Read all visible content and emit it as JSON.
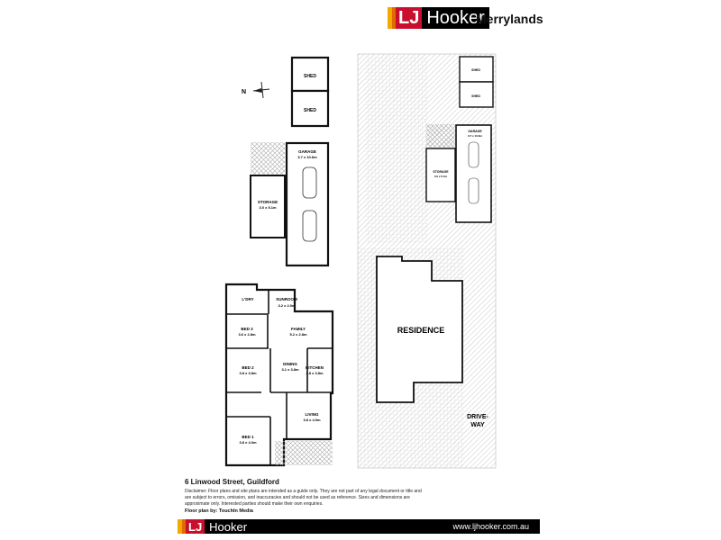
{
  "header": {
    "brand": {
      "lj": "LJ",
      "hooker": "Hooker"
    },
    "office": "Merrylands"
  },
  "compass": {
    "label": "N"
  },
  "floorplan": {
    "sheds": [
      "SHED",
      "SHED"
    ],
    "garage": {
      "name": "GARAGE",
      "size": "3.7 x 10.6m"
    },
    "storage": {
      "name": "STORAGE",
      "size": "3.0 x 5.1m"
    },
    "rooms": [
      {
        "name": "L'DRY",
        "size": ""
      },
      {
        "name": "SUNROOM",
        "size": "3.2 x 2.0m"
      },
      {
        "name": "BED 3",
        "size": "3.6 x 2.8m"
      },
      {
        "name": "FAMILY",
        "size": "5.2 x 2.8m"
      },
      {
        "name": "BED 2",
        "size": "3.8 x 3.8m"
      },
      {
        "name": "DINING",
        "size": "3.1 x 3.8m"
      },
      {
        "name": "KITCHEN",
        "size": "2.8 x 3.8m"
      },
      {
        "name": "LIVING",
        "size": "3.8 x 4.0m"
      },
      {
        "name": "BED 1",
        "size": "3.8 x 4.0m"
      }
    ]
  },
  "siteplan": {
    "sheds": [
      "SHED",
      "SHED"
    ],
    "garage": {
      "name": "GARAGE",
      "size": "3.7 x 10.6m"
    },
    "storage": {
      "name": "STORAGE",
      "size": "3.0 x 5.1m"
    },
    "residence": "RESIDENCE",
    "driveway": [
      "DRIVE-",
      "WAY"
    ]
  },
  "footer": {
    "address": "6 Linwood Street, Guildford",
    "disclaimer": "Disclaimer: Floor plans and site plans are intended as a guide only. They are not part of any legal document or title and are subject to errors, omission, and inaccuracies and should not be used as reference. Sizes and dimensions are approximate only. Interested parties should make their own enquiries.",
    "credit": "Floor plan by: TouchIn Media",
    "brand": {
      "lj": "LJ",
      "hooker": "Hooker"
    },
    "url": "www.ljhooker.com.au"
  }
}
